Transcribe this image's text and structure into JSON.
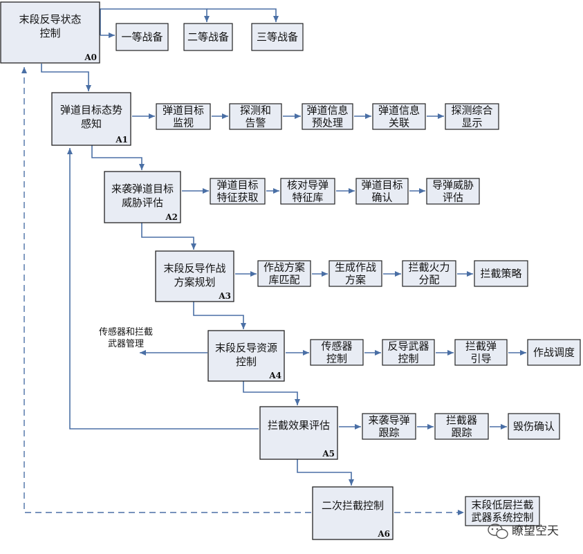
{
  "colors": {
    "box_fill": "#e8ecf4",
    "box_border": "#222222",
    "arrow": "#4a6fa5"
  },
  "main": [
    {
      "id": "a0",
      "lines": [
        "末段反导状态",
        "控制"
      ],
      "code": "A0"
    },
    {
      "id": "a1",
      "lines": [
        "弹道目标态势",
        "感知"
      ],
      "code": "A1"
    },
    {
      "id": "a2",
      "lines": [
        "来袭弹道目标",
        "威胁评估"
      ],
      "code": "A2"
    },
    {
      "id": "a3",
      "lines": [
        "末段反导作战",
        "方案规划"
      ],
      "code": "A3"
    },
    {
      "id": "a4",
      "lines": [
        "末段反导资源",
        "控制"
      ],
      "code": "A4"
    },
    {
      "id": "a5",
      "lines": [
        "拦截效果评估"
      ],
      "code": "A5"
    },
    {
      "id": "a6",
      "lines": [
        "二次拦截控制"
      ],
      "code": "A6"
    }
  ],
  "sub": [
    {
      "id": "s0a",
      "lines": [
        "一等战备"
      ]
    },
    {
      "id": "s0b",
      "lines": [
        "二等战备"
      ]
    },
    {
      "id": "s0c",
      "lines": [
        "三等战备"
      ]
    },
    {
      "id": "s1a",
      "lines": [
        "弹道目标",
        "监视"
      ]
    },
    {
      "id": "s1b",
      "lines": [
        "探测和",
        "告警"
      ]
    },
    {
      "id": "s1c",
      "lines": [
        "弹道信息",
        "预处理"
      ]
    },
    {
      "id": "s1d",
      "lines": [
        "弹道信息",
        "关联"
      ]
    },
    {
      "id": "s1e",
      "lines": [
        "探测综合",
        "显示"
      ]
    },
    {
      "id": "s2a",
      "lines": [
        "弹道目标",
        "特征获取"
      ]
    },
    {
      "id": "s2b",
      "lines": [
        "核对导弹",
        "特征库"
      ]
    },
    {
      "id": "s2c",
      "lines": [
        "弹道目标",
        "确认"
      ]
    },
    {
      "id": "s2d",
      "lines": [
        "导弹威胁",
        "评估"
      ]
    },
    {
      "id": "s3a",
      "lines": [
        "作战方案",
        "库匹配"
      ]
    },
    {
      "id": "s3b",
      "lines": [
        "生成作战",
        "方案"
      ]
    },
    {
      "id": "s3c",
      "lines": [
        "拦截火力",
        "分配"
      ]
    },
    {
      "id": "s3d",
      "lines": [
        "拦截策略"
      ]
    },
    {
      "id": "s4a",
      "lines": [
        "传感器",
        "控制"
      ]
    },
    {
      "id": "s4b",
      "lines": [
        "反导武器",
        "控制"
      ]
    },
    {
      "id": "s4c",
      "lines": [
        "拦截弹",
        "引导"
      ]
    },
    {
      "id": "s4d",
      "lines": [
        "作战调度"
      ]
    },
    {
      "id": "s5a",
      "lines": [
        "来袭导弹",
        "跟踪"
      ]
    },
    {
      "id": "s5b",
      "lines": [
        "拦截器",
        "跟踪"
      ]
    },
    {
      "id": "s5c",
      "lines": [
        "毁伤确认"
      ]
    },
    {
      "id": "s6a",
      "lines": [
        "末段低层拦截",
        "武器系统控制"
      ]
    }
  ],
  "annotation": {
    "id": "sensor-weapon-note",
    "lines": [
      "传感器和拦截",
      "武器管理"
    ]
  },
  "watermark": {
    "text": "瞭望空天"
  }
}
